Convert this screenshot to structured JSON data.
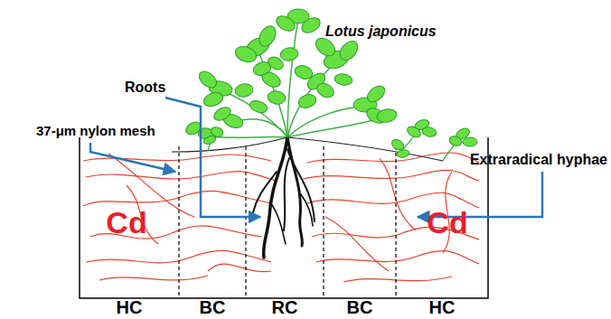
{
  "diagram": {
    "labels": [
      "Lotus japonicus",
      "Roots",
      "37-μm nylon mesh",
      "Extraradical hyphae",
      "Cd",
      "Cd",
      "HC",
      "BC",
      "RC",
      "BC",
      "HC"
    ]
  }
}
